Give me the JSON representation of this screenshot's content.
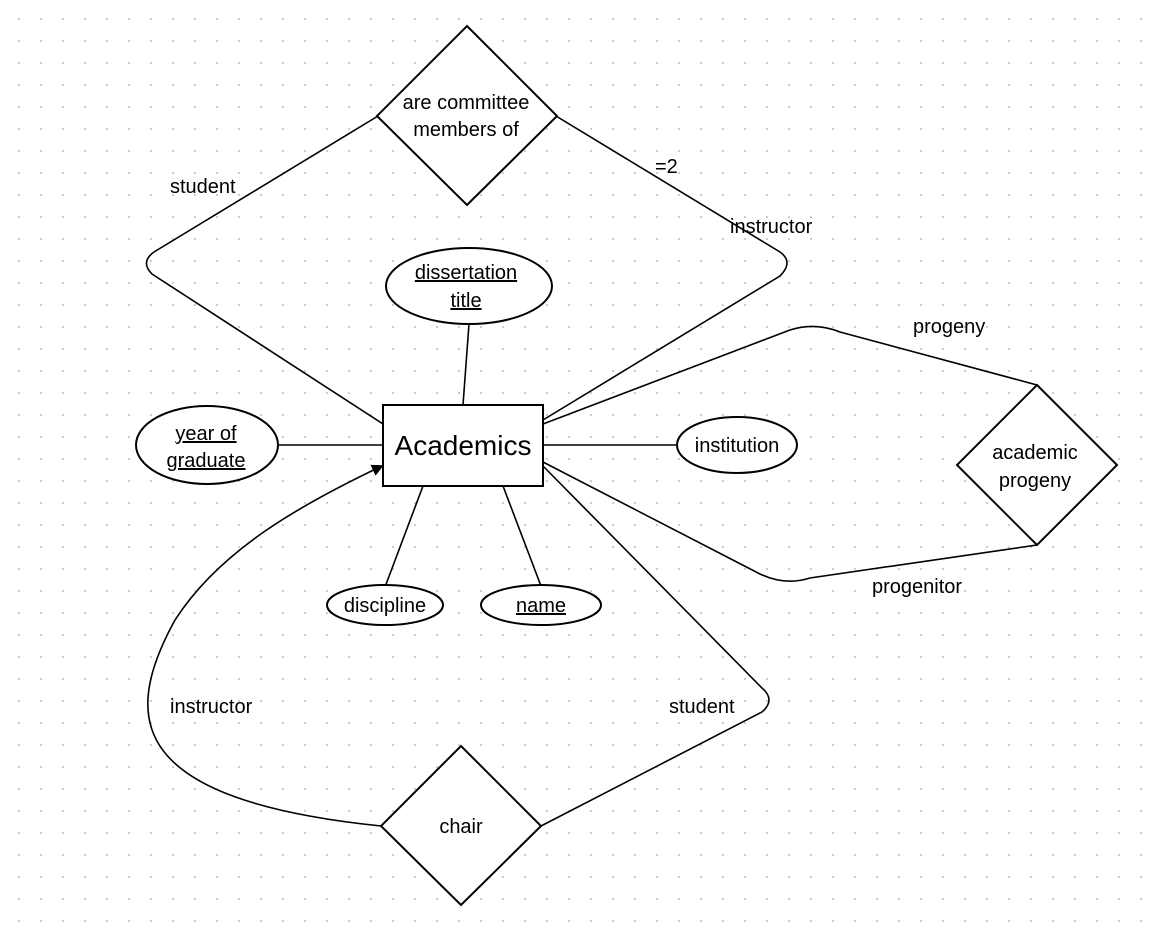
{
  "entity": {
    "name": "Academics"
  },
  "attributes": {
    "dissertation_title": [
      "dissertation",
      "title "
    ],
    "year_of_graduate": [
      "year of",
      "graduate"
    ],
    "institution": [
      "institution"
    ],
    "discipline": [
      "discipline"
    ],
    "name": [
      "name"
    ]
  },
  "relationships": {
    "committee": [
      "are committee",
      "members of"
    ],
    "academic_progeny": [
      "academic",
      "progeny"
    ],
    "chair": [
      "chair"
    ]
  },
  "role_labels": {
    "committee_student": "student",
    "committee_instructor": "instructor",
    "committee_cardinality": "=2",
    "progeny": "progeny",
    "progenitor": "progenitor",
    "chair_instructor": "instructor",
    "chair_student": "student"
  }
}
